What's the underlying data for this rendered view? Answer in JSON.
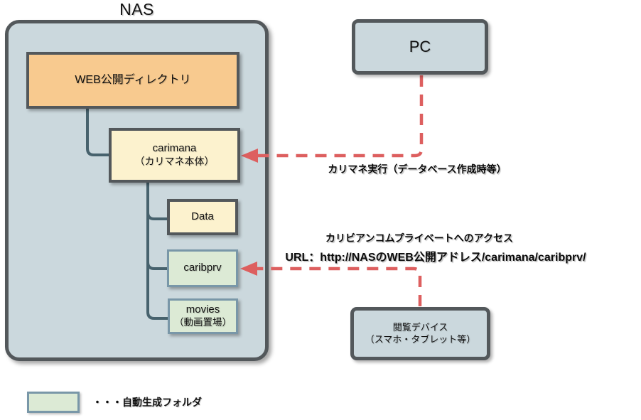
{
  "diagram": {
    "nas_label": "NAS",
    "nodes": {
      "web_dir": {
        "label": "WEB公開ディレクトリ"
      },
      "carimana": {
        "label": "carimana",
        "sublabel": "（カリマネ本体）"
      },
      "data": {
        "label": "Data"
      },
      "caribprv": {
        "label": "caribprv"
      },
      "movies": {
        "label": "movies",
        "sublabel": "（動画置場）"
      },
      "pc": {
        "label": "PC"
      },
      "viewer": {
        "label": "閲覧デバイス",
        "sublabel": "（スマホ・タブレット等）"
      }
    },
    "annotations": {
      "pc_arrow_label": "カリマネ実行（データベース作成時等）",
      "access_label": "カリビアンコムプライベートへのアクセス",
      "access_url": "URL：http://NASのWEB公開アドレス/carimana/caribprv/"
    },
    "legend": {
      "label": "・・・自動生成フォルダ"
    },
    "colors": {
      "nas_fill": "#CBD8DD",
      "dark_border": "#53585B",
      "orange_fill": "#F8CA8F",
      "cream_fill": "#FCF2CE",
      "green_fill": "#DCEAD5",
      "green_border": "#7997A8",
      "connector": "#47626D",
      "arrow_red": "#DD5F5F"
    }
  }
}
